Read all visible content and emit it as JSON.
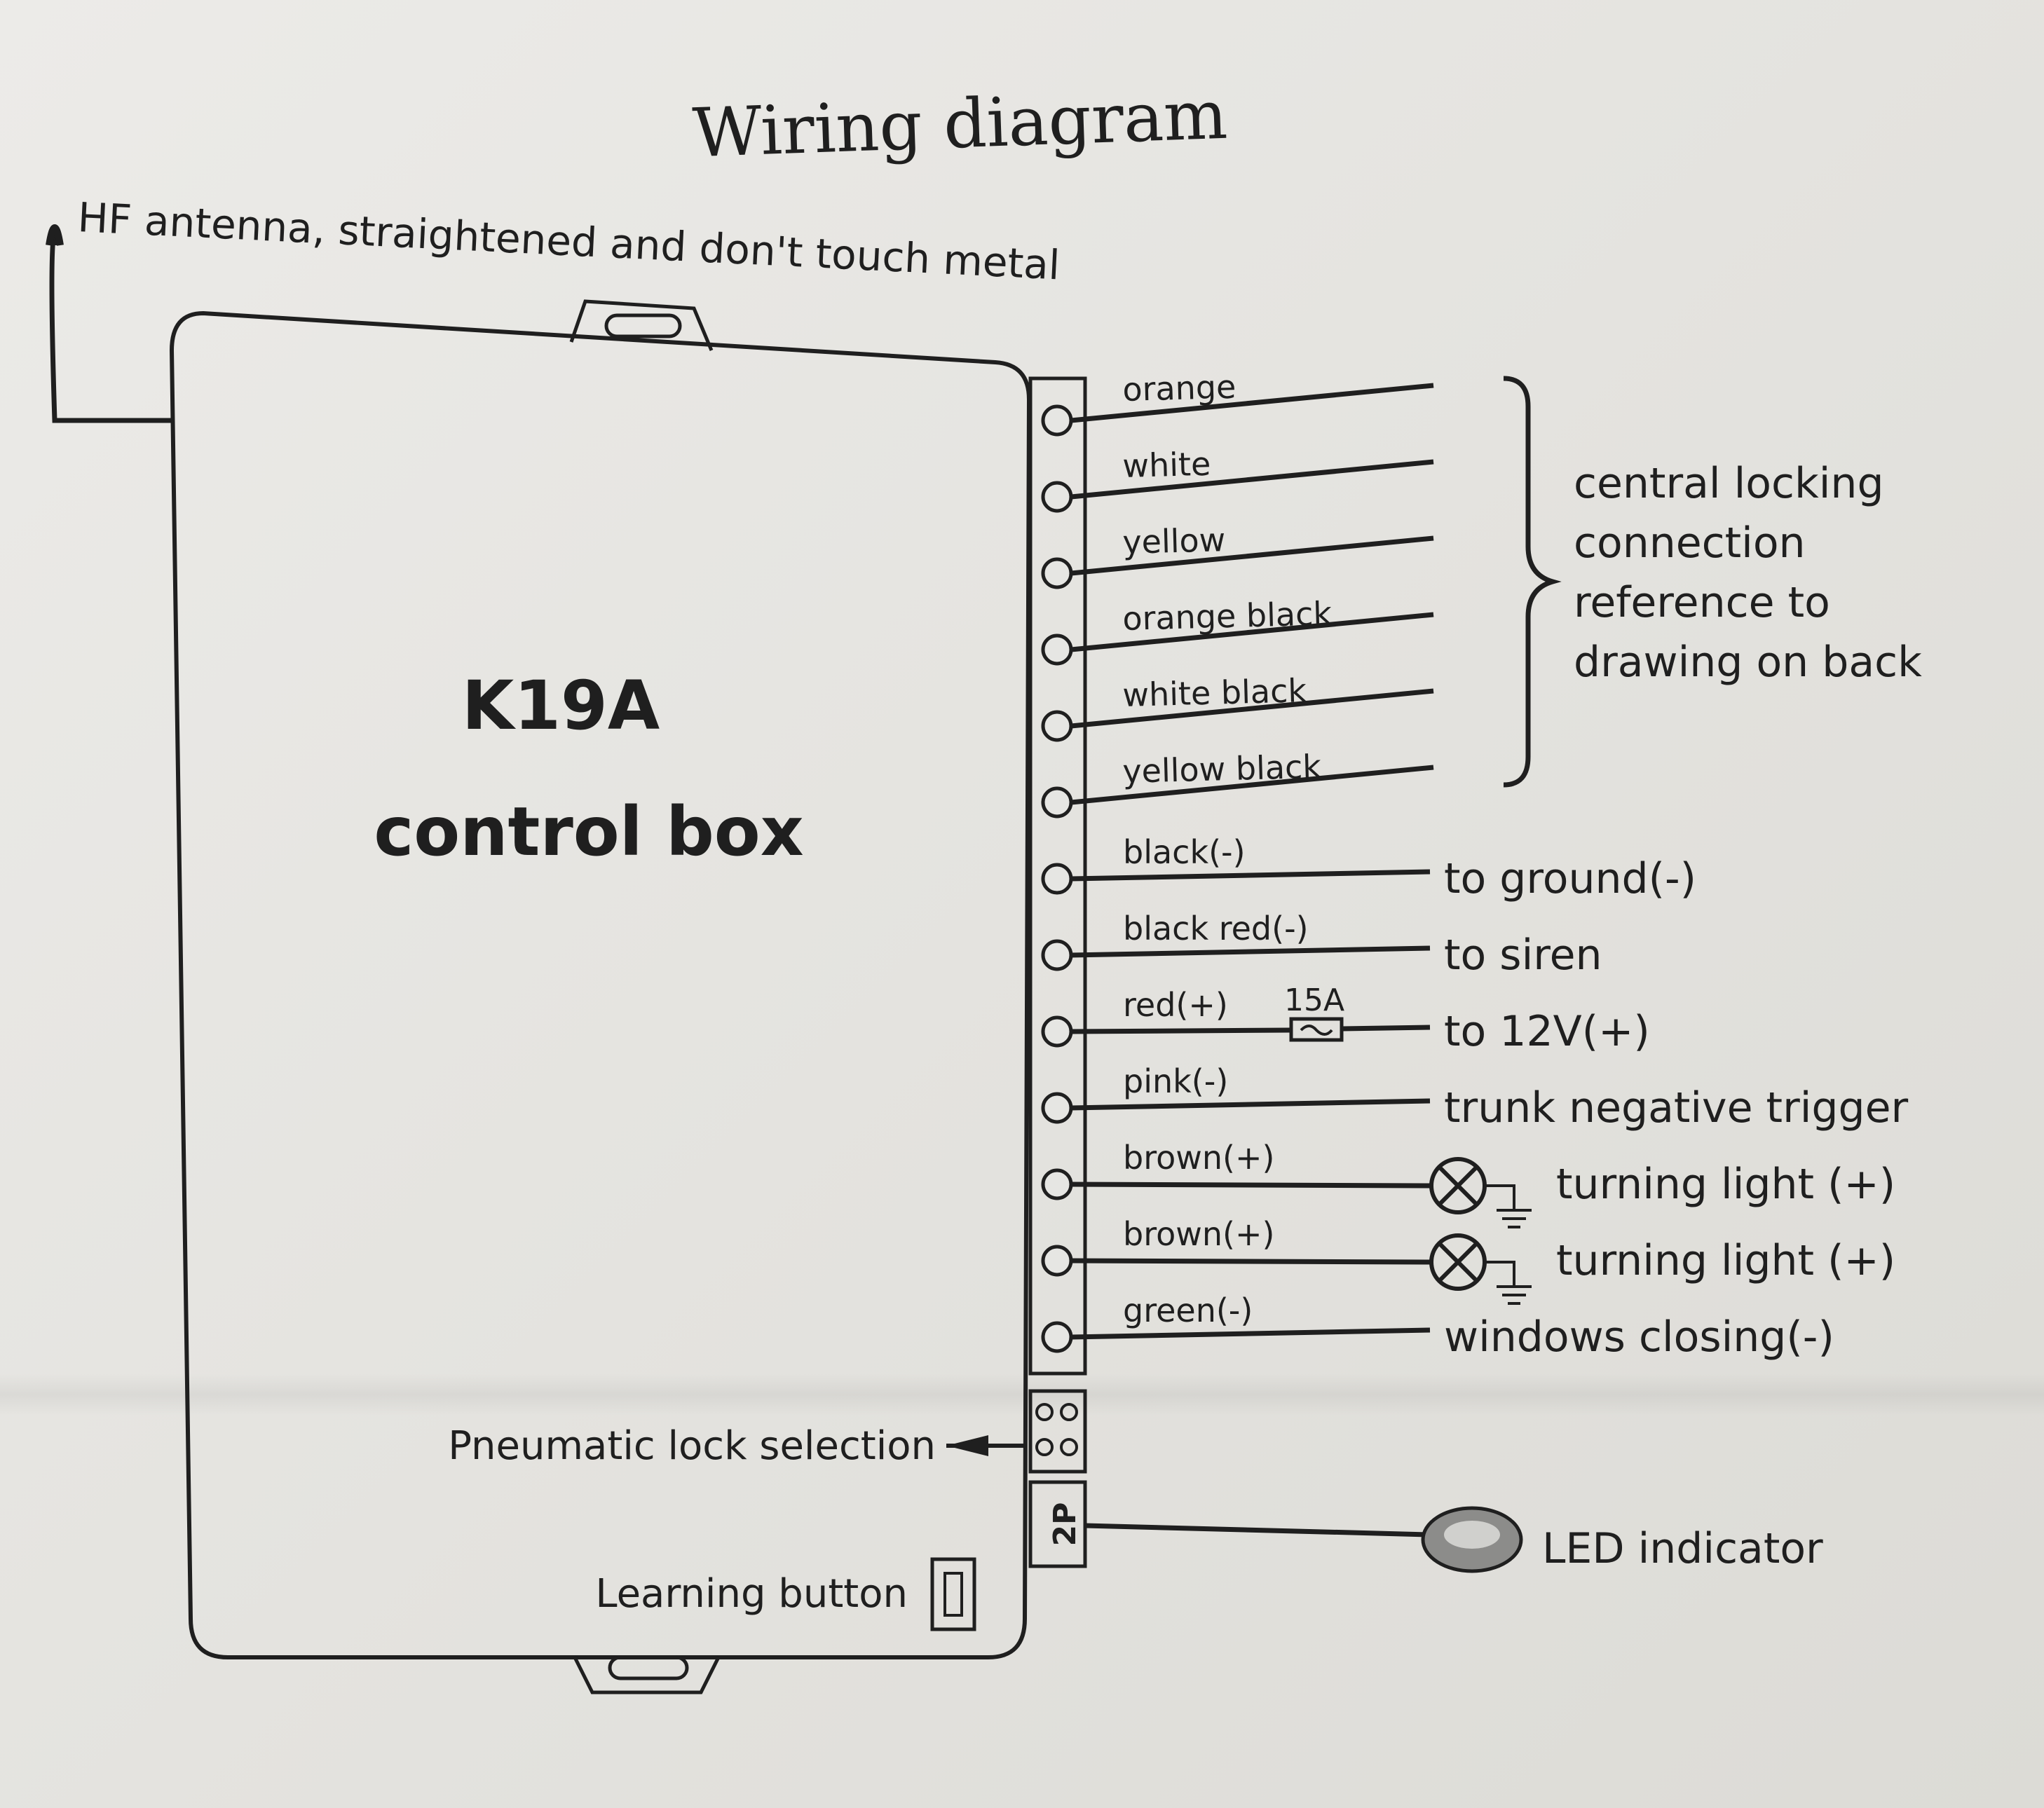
{
  "diagram": {
    "title": "Wiring diagram",
    "antenna_label": "HF antenna, straightened and don't touch metal",
    "box": {
      "line1": "K19A",
      "line2": "control box"
    },
    "wires": [
      {
        "color": "orange",
        "target": ""
      },
      {
        "color": "white",
        "target": ""
      },
      {
        "color": "yellow",
        "target": ""
      },
      {
        "color": "orange black",
        "target": ""
      },
      {
        "color": "white black",
        "target": ""
      },
      {
        "color": "yellow black",
        "target": ""
      },
      {
        "color": "black(-)",
        "target": "to ground(-)"
      },
      {
        "color": "black red(-)",
        "target": "to siren"
      },
      {
        "color": "red(+)",
        "target": "to 12V(+)",
        "fuse": "15A"
      },
      {
        "color": "pink(-)",
        "target": "trunk negative trigger"
      },
      {
        "color": "brown(+)",
        "target": "turning light  (+)",
        "lamp": true
      },
      {
        "color": "brown(+)",
        "target": "turning light  (+)",
        "lamp": true
      },
      {
        "color": "green(-)",
        "target": "windows closing(-)"
      }
    ],
    "central_locking_note": [
      "central locking",
      "connection",
      "reference to",
      "drawing on back"
    ],
    "pneumatic_label": "Pneumatic lock selection",
    "connector_2p_label": "2P",
    "led_label": "LED indicator",
    "learning_label": "Learning button"
  },
  "colors": {
    "ink": "#1f1f1f",
    "paper": "#e6e6e3",
    "bleed": "#b9b9b6"
  }
}
